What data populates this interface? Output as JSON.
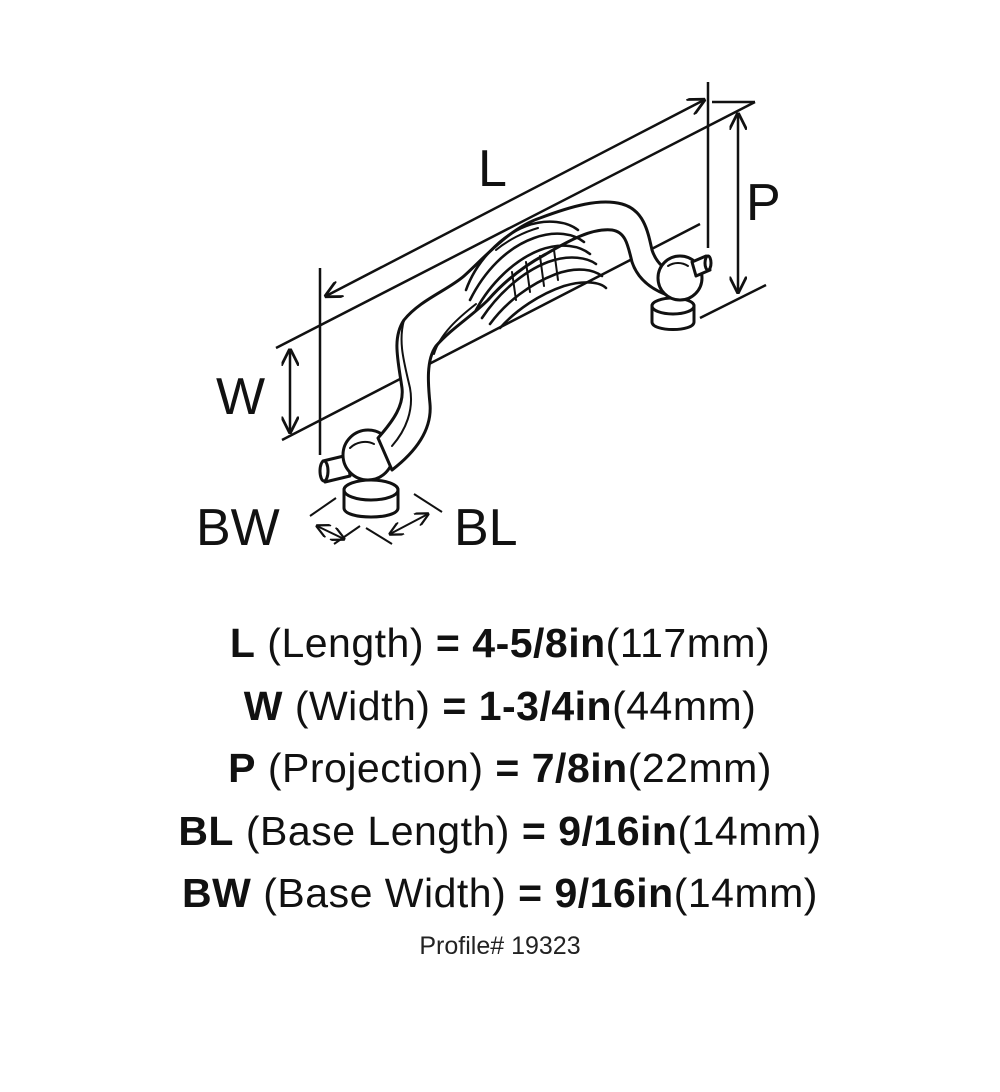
{
  "diagram": {
    "labels": {
      "L": "L",
      "P": "P",
      "W": "W",
      "BW": "BW",
      "BL": "BL"
    }
  },
  "specs": [
    {
      "code": "L",
      "name": "(Length)",
      "eq": "=",
      "imperial": "4-5/8in",
      "metric": "(117mm)"
    },
    {
      "code": "W",
      "name": "(Width)",
      "eq": "=",
      "imperial": "1-3/4in",
      "metric": "(44mm)"
    },
    {
      "code": "P",
      "name": "(Projection)",
      "eq": "=",
      "imperial": "7/8in",
      "metric": "(22mm)"
    },
    {
      "code": "BL",
      "name": "(Base Length)",
      "eq": "=",
      "imperial": "9/16in",
      "metric": "(14mm)"
    },
    {
      "code": "BW",
      "name": "(Base Width)",
      "eq": "=",
      "imperial": "9/16in",
      "metric": "(14mm)"
    }
  ],
  "profile": "Profile# 19323"
}
